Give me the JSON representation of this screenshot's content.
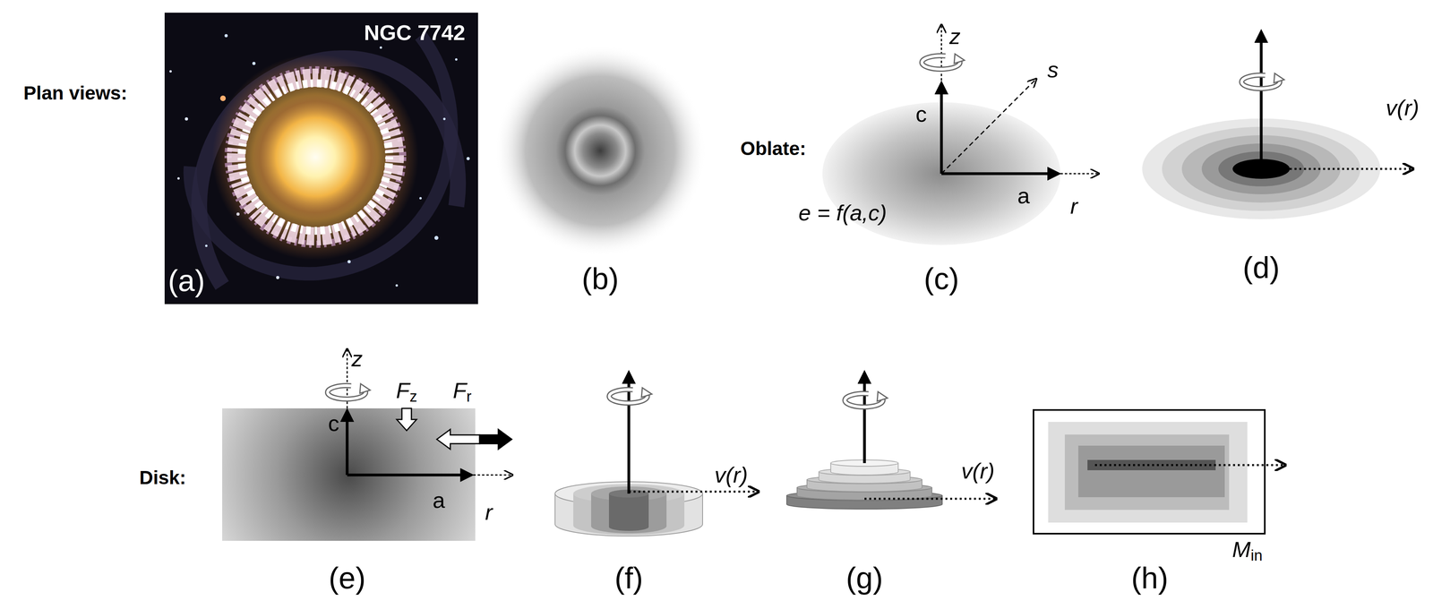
{
  "diagram": {
    "nodes": [
      {
        "text": [
          "Min"
        ]
      }
    ],
    "labels": [
      "Plan views:",
      "NGC 7742",
      "(a)",
      "(b)",
      "Oblate:",
      "z",
      "c",
      "s",
      "a",
      "r",
      "e = f(a,c)",
      "(c)",
      "v(r)",
      "(d)",
      "Disk:",
      "z",
      "Fz",
      "Fr",
      "c",
      "a",
      "r",
      "(e)",
      "v(r)",
      "(f)",
      "v(r)",
      "(g)",
      "(h)"
    ]
  }
}
